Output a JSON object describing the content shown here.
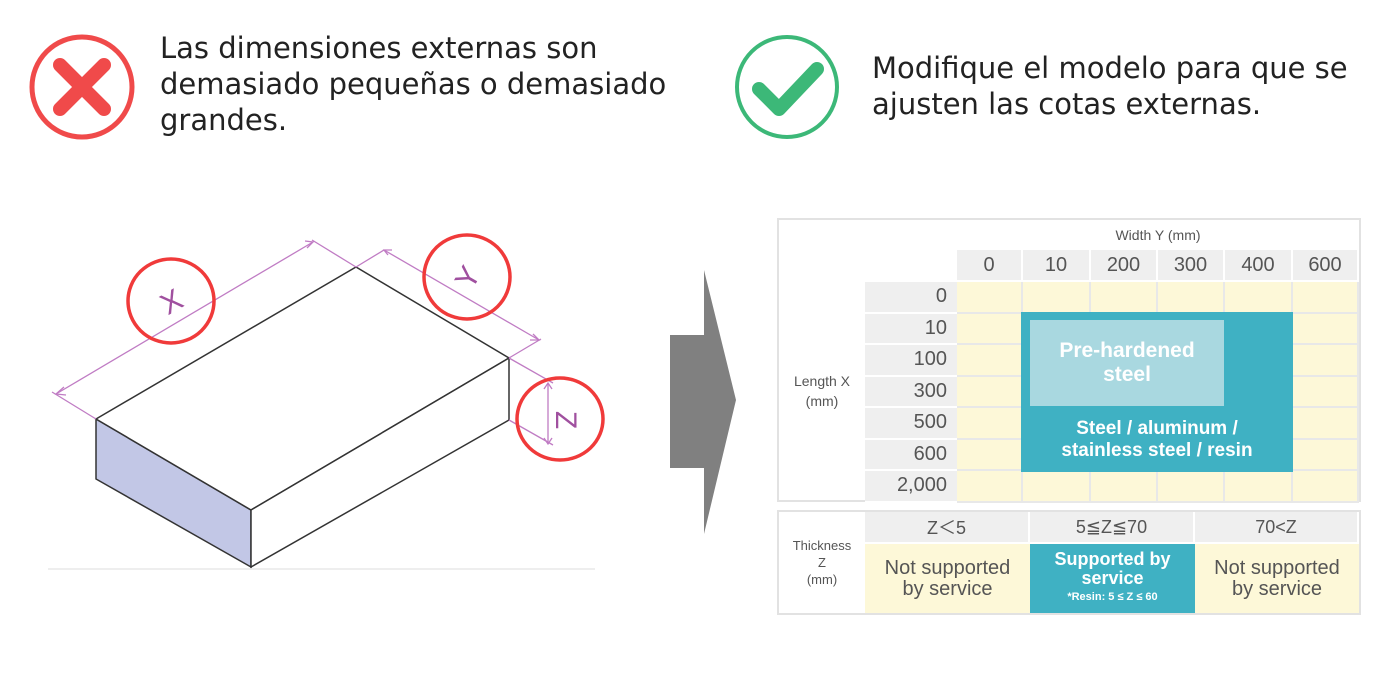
{
  "left_panel": {
    "icon": "cross-icon",
    "color": "#f04a4a",
    "text_lines": [
      "Las dimensiones externas son",
      "demasiado pequeñas o demasiado",
      "grandes."
    ]
  },
  "right_panel": {
    "icon": "check-icon",
    "color": "#3cb878",
    "text_lines": [
      "Modifique el modelo para que se",
      "ajusten las cotas externas."
    ]
  },
  "diagram": {
    "labels": {
      "x": "X",
      "y": "Y",
      "z": "Z"
    }
  },
  "size_table": {
    "width_header": "Width Y (mm)",
    "width_values": [
      "0",
      "10",
      "200",
      "300",
      "400",
      "600"
    ],
    "length_header_lines": [
      "Length X",
      "(mm)"
    ],
    "length_values": [
      "0",
      "10",
      "100",
      "300",
      "500",
      "600",
      "2,000"
    ],
    "pre_hardened_lines": [
      "Pre-hardened",
      "steel"
    ],
    "materials_lines": [
      "Steel / aluminum /",
      "stainless steel / resin"
    ],
    "teal": "#3fb1c3",
    "cell_color": "#fdf8d8"
  },
  "thickness_table": {
    "label_lines": [
      "Thickness",
      "Z",
      "(mm)"
    ],
    "headers": [
      "Z＜5",
      "5≦Z≦70",
      "70<Z"
    ],
    "cells": [
      {
        "lines": [
          "Not supported",
          "by service"
        ]
      },
      {
        "lines": [
          "Supported by",
          "service"
        ],
        "note": "*Resin: 5 ≤ Z ≤ 60"
      },
      {
        "lines": [
          "Not supported",
          "by service"
        ]
      }
    ]
  }
}
